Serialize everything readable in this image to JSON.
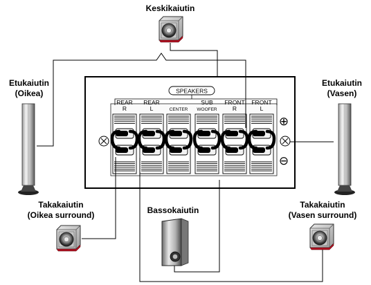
{
  "labels": {
    "center": "Keskikaiutin",
    "front_right": {
      "line1": "Etukaiutin",
      "line2": "(Oikea)"
    },
    "front_left": {
      "line1": "Etukaiutin",
      "line2": "(Vasen)"
    },
    "rear_right": {
      "line1": "Takakaiutin",
      "line2": "(Oikea surround)"
    },
    "rear_left": {
      "line1": "Takakaiutin",
      "line2": "(Vasen surround)"
    },
    "subwoofer": "Bassokaiutin"
  },
  "terminal": {
    "header": "SPEAKERS",
    "channels": [
      {
        "line1": "REAR",
        "line2": "R"
      },
      {
        "line1": "REAR",
        "line2": "L"
      },
      {
        "line1": "",
        "line2": "CENTER"
      },
      {
        "line1": "SUB",
        "line2": "WOOFER"
      },
      {
        "line1": "FRONT",
        "line2": "R"
      },
      {
        "line1": "FRONT",
        "line2": "L"
      }
    ],
    "plus_symbol": "⊕",
    "minus_symbol": "⊖"
  }
}
